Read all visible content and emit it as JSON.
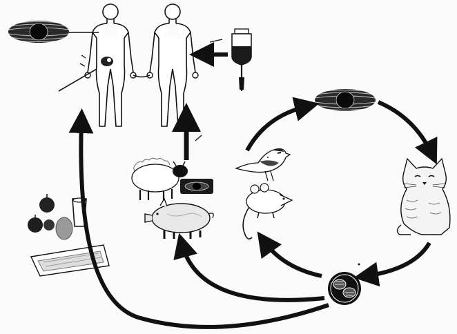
{
  "diagram": {
    "subject": "life cycle",
    "labels": [],
    "nodes": [
      {
        "id": "human-with-tissue-cyst",
        "icon": "human-figure-icon"
      },
      {
        "id": "human-transfusion",
        "icon": "human-figure-icon"
      },
      {
        "id": "blood-transfusion-bag",
        "icon": "blood-bag-icon"
      },
      {
        "id": "tissue-cyst-top-left",
        "icon": "tissue-cyst-icon"
      },
      {
        "id": "tissue-cyst-top-right",
        "icon": "tissue-cyst-icon"
      },
      {
        "id": "tissue-cyst-meat",
        "icon": "tissue-cyst-icon"
      },
      {
        "id": "cat",
        "icon": "cat-icon"
      },
      {
        "id": "oocyst",
        "icon": "oocyst-icon"
      },
      {
        "id": "bird",
        "icon": "bird-icon"
      },
      {
        "id": "mouse",
        "icon": "mouse-icon"
      },
      {
        "id": "sheep",
        "icon": "sheep-icon"
      },
      {
        "id": "pig",
        "icon": "pig-icon"
      },
      {
        "id": "fruits-vegetables",
        "icon": "fruit-icon"
      },
      {
        "id": "water-glass",
        "icon": "glass-icon"
      },
      {
        "id": "litter-box",
        "icon": "litter-box-icon"
      }
    ],
    "colors": {
      "ink": "#111111",
      "background": "#fbfbfb",
      "shade": "#9a9a9a"
    }
  }
}
